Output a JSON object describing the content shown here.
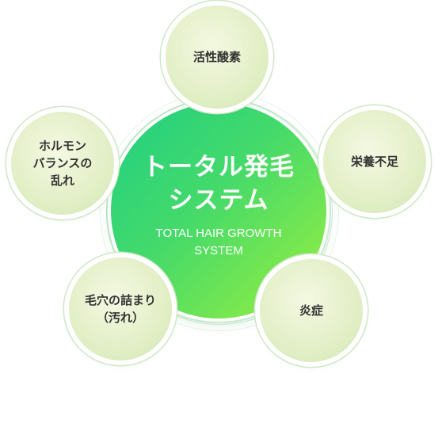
{
  "center": {
    "title": "トータル発毛\nシステム",
    "subtitle": "TOTAL HAIR GROWTH\nSYSTEM"
  },
  "factors": [
    {
      "label": "活性酸素"
    },
    {
      "label": "栄養不足"
    },
    {
      "label": "炎症"
    },
    {
      "label": "毛穴の詰まり\n（汚れ）"
    },
    {
      "label": "ホルモン\nバランスの\n乱れ"
    }
  ],
  "colors": {
    "center_gradient_start": "#1fcf83",
    "center_gradient_end": "#9cf03e",
    "node_fill": "#e2efc6",
    "node_text": "#333333"
  }
}
